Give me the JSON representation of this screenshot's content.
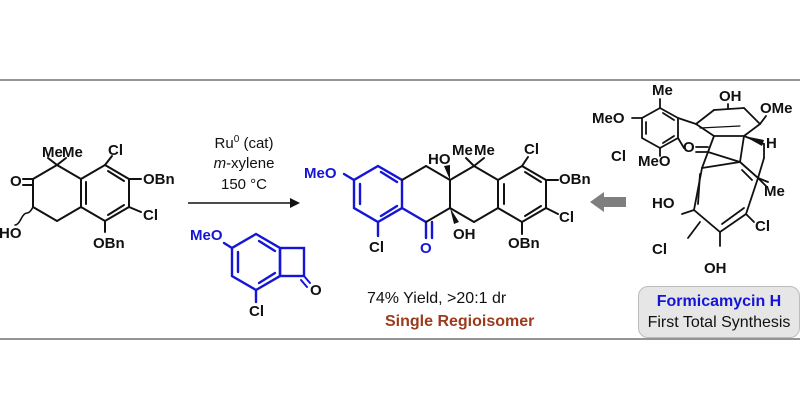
{
  "labels": {
    "sm_me1": "Me",
    "sm_me2": "Me",
    "sm_cl1": "Cl",
    "sm_o": "O",
    "sm_obn1": "OBn",
    "sm_ho": "HO",
    "sm_cl2": "Cl",
    "sm_obn2": "OBn",
    "p_meo": "MeO",
    "p_ho": "HO",
    "p_me1": "Me",
    "p_me2": "Me",
    "p_cl1": "Cl",
    "p_obn1": "OBn",
    "p_cl2": "Cl",
    "p_oh": "OH",
    "p_cl3": "Cl",
    "p_o": "O",
    "p_obn2": "OBn",
    "cb_meo": "MeO",
    "cb_o": "O",
    "cb_cl": "Cl",
    "t_me1": "Me",
    "t_meo1": "MeO",
    "t_oh1": "OH",
    "t_ome": "OMe",
    "t_cl1": "Cl",
    "t_meo2": "MeO",
    "t_o": "O",
    "t_h": "H",
    "t_me2": "Me",
    "t_ho": "HO",
    "t_cl2": "Cl",
    "t_cl3": "Cl",
    "t_oh2": "OH"
  },
  "conditions": {
    "catalyst": "Ru",
    "catalyst_sup": "0",
    "catalyst_note": " (cat)",
    "solvent_prefix": "m",
    "solvent_rest": "-xylene",
    "temperature": "150 °C"
  },
  "outcome": {
    "yield": "74% Yield, >20:1 dr",
    "selectivity": "Single Regioisomer"
  },
  "target": {
    "name": "Formicamycin H",
    "subtitle": "First Total Synthesis"
  },
  "colors": {
    "highlight_blue": "#1515d6",
    "regio_red": "#9b3a1c",
    "arrow_gray": "#7f7f7f",
    "box_gray": "#e6e6e6"
  }
}
